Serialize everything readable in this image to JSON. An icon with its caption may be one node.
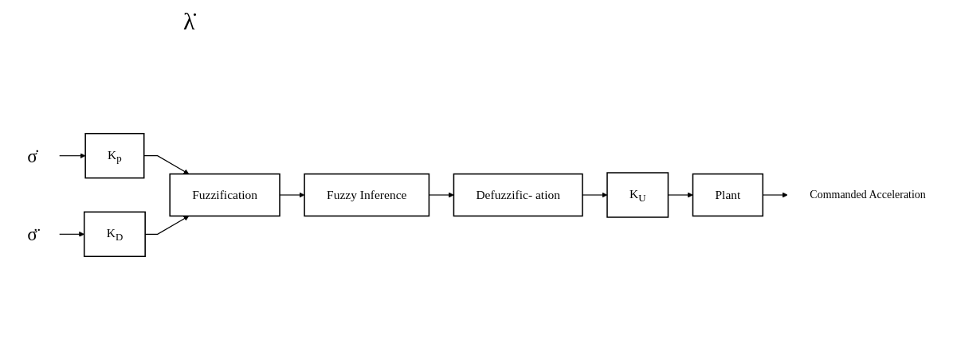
{
  "diagram": {
    "nodes": [
      {
        "text": [
          "σ̇"
        ]
      },
      {
        "text": [
          "K$_{p}$"
        ]
      },
      {
        "text": [
          "σ̈"
        ]
      },
      {
        "text": [
          "K$_{D}$"
        ]
      },
      {
        "text": [
          "Fuzzification"
        ]
      },
      {
        "text": [
          "Fuzzy Inference"
        ]
      },
      {
        "text": [
          "Defuzzific- ation"
        ]
      },
      {
        "text": [
          "K$_{U}$"
        ]
      },
      {
        "text": [
          "Plant"
        ]
      },
      {
        "text": [
          "Commanded Acceleration"
        ]
      }
    ],
    "edges": [
      {
        "from": 0,
        "to": 1,
        "arrow": "to"
      },
      {
        "from": 1,
        "to": 4,
        "arrow": "to"
      },
      {
        "from": 2,
        "to": 3,
        "arrow": "to"
      },
      {
        "from": 3,
        "to": 4,
        "arrow": "to"
      },
      {
        "from": 4,
        "to": 5,
        "arrow": "to"
      },
      {
        "from": 5,
        "to": 6,
        "arrow": "to"
      },
      {
        "from": 6,
        "to": 7,
        "arrow": "to"
      },
      {
        "from": 7,
        "to": 8,
        "arrow": "to"
      },
      {
        "from": 8,
        "to": 9,
        "arrow": "to"
      }
    ],
    "labels": [
      "λ̇"
    ]
  }
}
